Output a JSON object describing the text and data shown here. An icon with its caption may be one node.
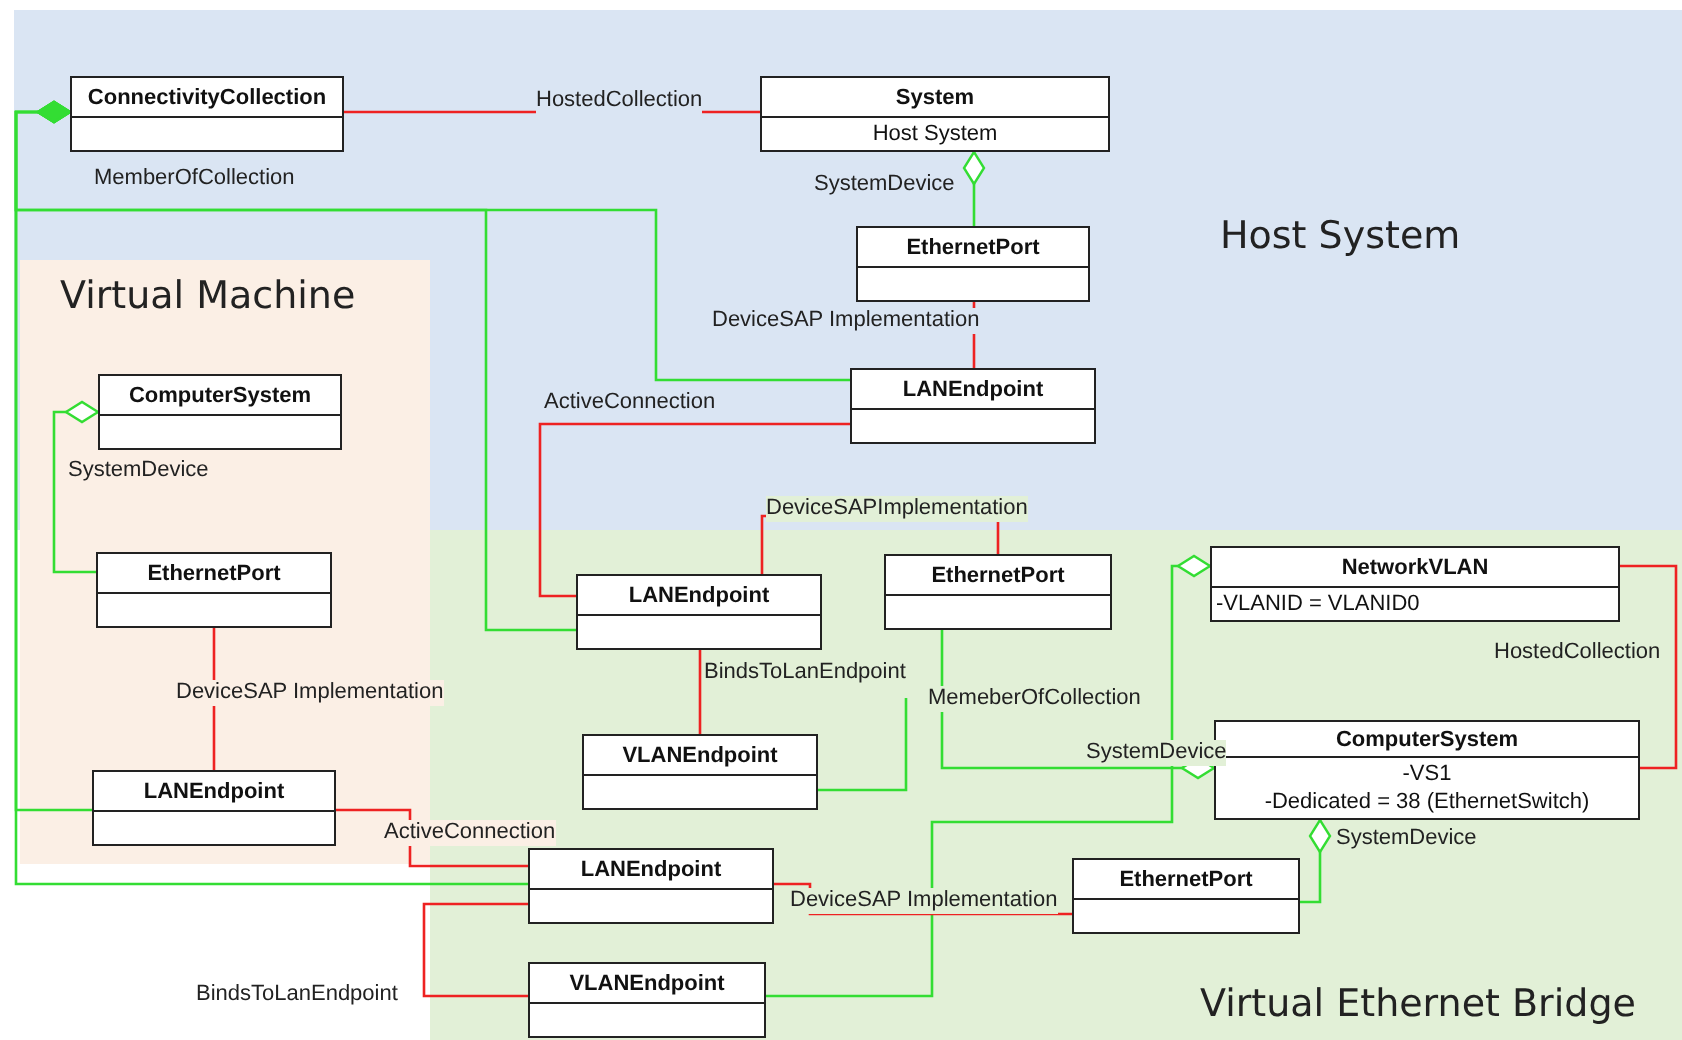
{
  "diagram": {
    "nodes": [
      {
        "text": [
          "Host System"
        ]
      },
      {
        "text": [
          "ConnectivityCollection"
        ],
        "in": 0
      },
      {
        "text": [
          "System",
          "Host System"
        ],
        "in": 0
      },
      {
        "text": [
          "EthernetPort"
        ],
        "in": 0
      },
      {
        "text": [
          "LANEndpoint"
        ],
        "in": 0
      },
      {
        "text": [
          "Virtual Machine"
        ]
      },
      {
        "text": [
          "ComputerSystem"
        ]
      },
      {
        "text": [
          "EthernetPort"
        ],
        "in": 5
      },
      {
        "text": [
          "LANEndpoint"
        ],
        "in": 5
      },
      {
        "text": [
          "Virtual Ethernet Bridge"
        ]
      },
      {
        "text": [
          "LANEndpoint"
        ],
        "in": 9
      },
      {
        "text": [
          "EthernetPort"
        ],
        "in": 9
      },
      {
        "text": [
          "VLANEndpoint"
        ],
        "in": 9
      },
      {
        "text": [
          "NetworkVLAN",
          "-VLANID = VLANID0"
        ],
        "in": 9
      },
      {
        "text": [
          "ComputerSystem",
          "-VS1",
          "-Dedicated = 38 (EthernetSwitch)"
        ],
        "in": 9
      },
      {
        "text": [
          "LANEndpoint"
        ],
        "in": 9
      },
      {
        "text": [
          "EthernetPort"
        ],
        "in": 9
      },
      {
        "text": [
          "VLANEndpoint"
        ],
        "in": 9
      }
    ],
    "edges": [
      {
        "from": 1,
        "to": 2,
        "arrow": "none",
        "label": "HostedCollection",
        "color": "#ee2222"
      },
      {
        "from": 8,
        "to": 1,
        "arrow": "other",
        "label": "MemberOfCollection",
        "color": "#33dd33"
      },
      {
        "from": 15,
        "to": 1,
        "arrow": "other",
        "color": "#33dd33"
      },
      {
        "from": 10,
        "to": 1,
        "arrow": "other",
        "color": "#33dd33"
      },
      {
        "from": 4,
        "to": 1,
        "arrow": "other",
        "color": "#33dd33"
      },
      {
        "from": 3,
        "to": 2,
        "arrow": "other",
        "label": "SystemDevice",
        "color": "#33dd33"
      },
      {
        "from": 3,
        "to": 4,
        "arrow": "none",
        "label": "DeviceSAP Implementation",
        "color": "#ee2222"
      },
      {
        "from": 4,
        "to": 10,
        "arrow": "none",
        "label": "ActiveConnection",
        "color": "#ee2222"
      },
      {
        "from": 7,
        "to": 6,
        "arrow": "other",
        "label": "SystemDevice",
        "color": "#33dd33"
      },
      {
        "from": 7,
        "to": 8,
        "arrow": "none",
        "label": "DeviceSAP Implementation",
        "color": "#ee2222"
      },
      {
        "from": 8,
        "to": 15,
        "arrow": "none",
        "label": "ActiveConnection",
        "color": "#ee2222"
      },
      {
        "from": 10,
        "to": 11,
        "arrow": "none",
        "label": "DeviceSAPImplementation",
        "color": "#ee2222"
      },
      {
        "from": 10,
        "to": 12,
        "arrow": "none",
        "label": "BindsToLanEndpoint",
        "color": "#ee2222"
      },
      {
        "from": 12,
        "to": null,
        "arrow": "none",
        "label": "MemeberOfCollection",
        "color": "#33dd33"
      },
      {
        "from": 11,
        "to": 14,
        "arrow": "other",
        "label": "SystemDevice",
        "color": "#33dd33"
      },
      {
        "from": 17,
        "to": 13,
        "arrow": "other",
        "color": "#33dd33"
      },
      {
        "from": 13,
        "to": 14,
        "arrow": "none",
        "label": "HostedCollection",
        "color": "#ee2222"
      },
      {
        "from": 16,
        "to": 14,
        "arrow": "other",
        "label": "SystemDevice",
        "color": "#33dd33"
      },
      {
        "from": 15,
        "to": 16,
        "arrow": "none",
        "label": "DeviceSAP Implementation",
        "color": "#ee2222"
      },
      {
        "from": 15,
        "to": 17,
        "arrow": "none",
        "label": "BindsToLanEndpoint",
        "color": "#ee2222"
      }
    ]
  }
}
